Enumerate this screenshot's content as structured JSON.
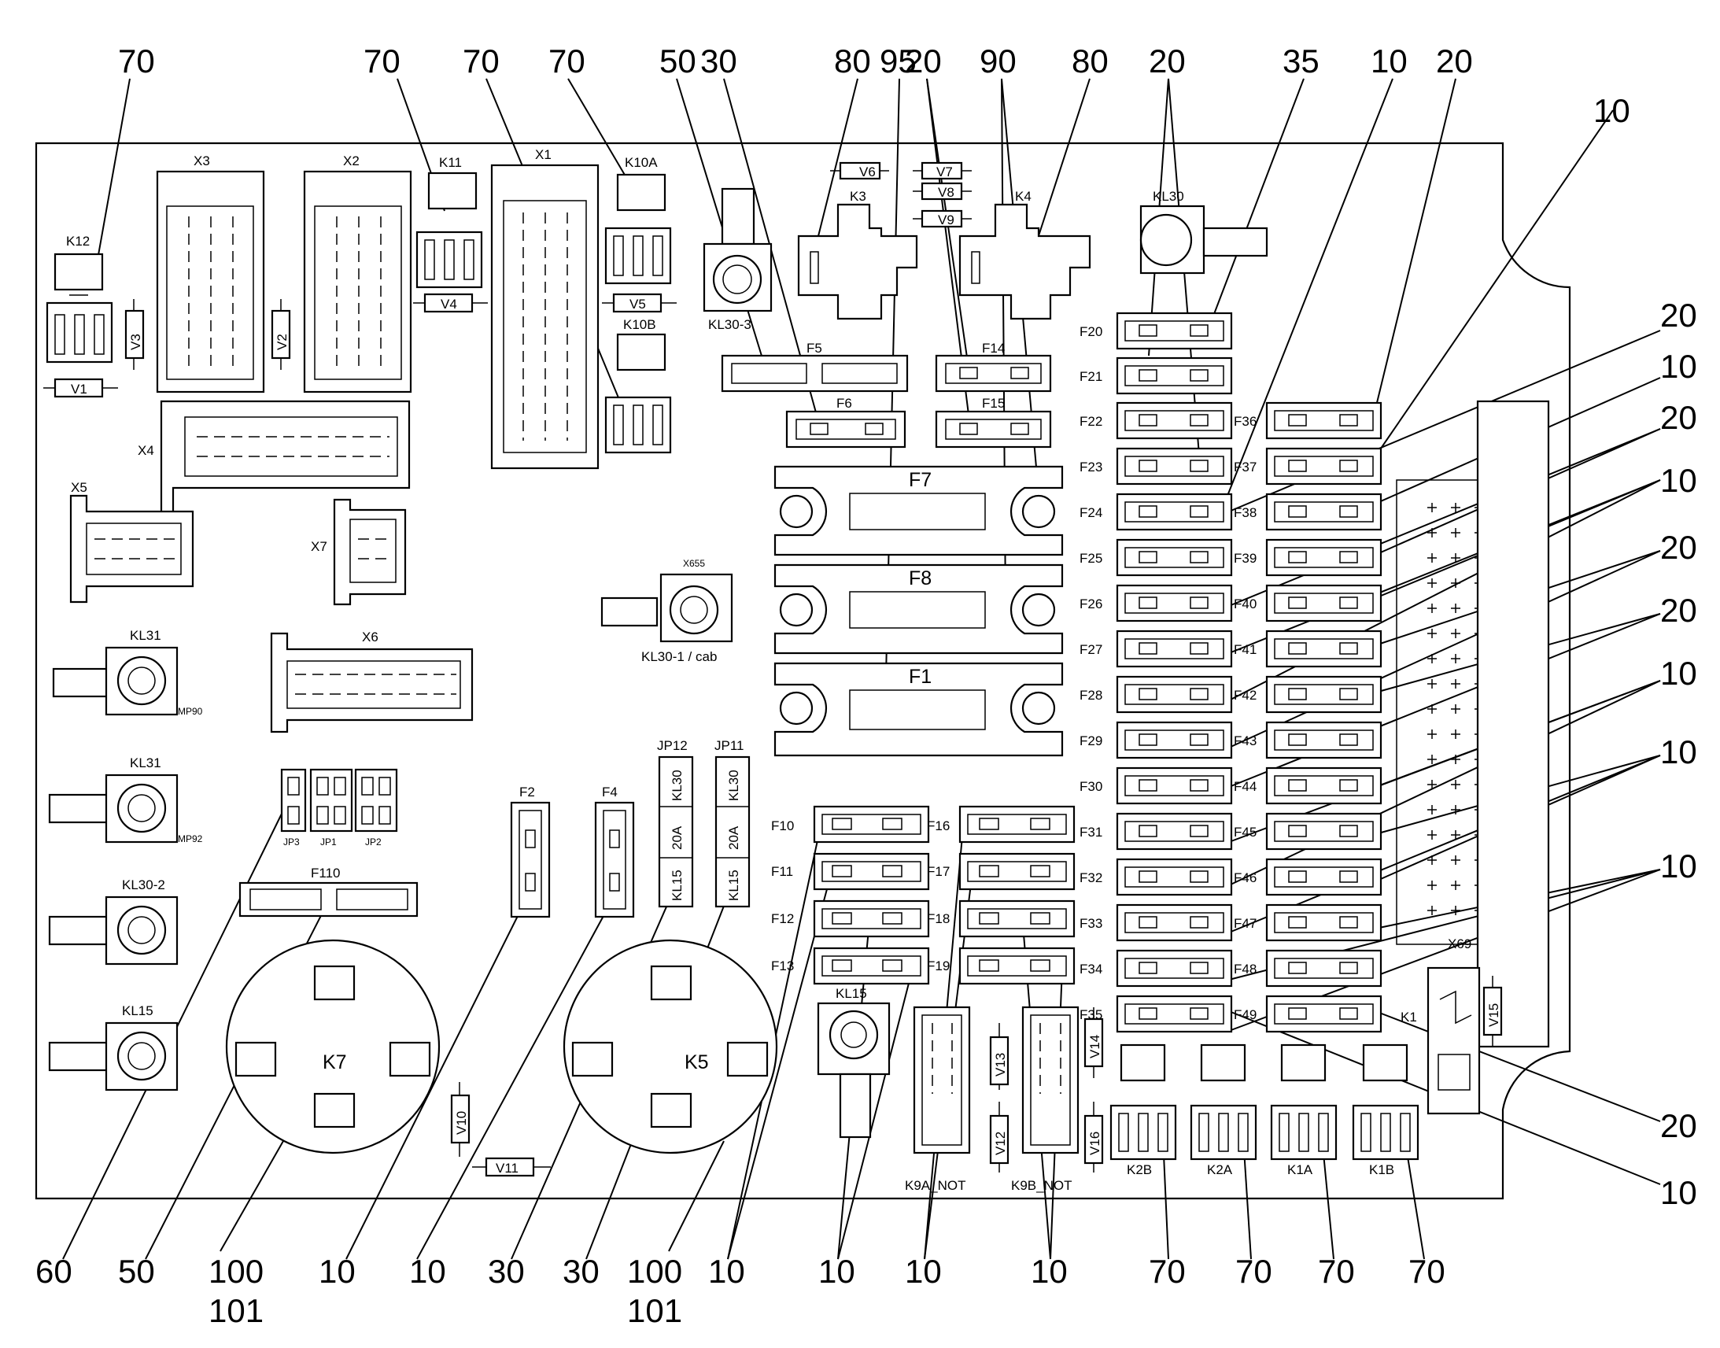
{
  "callouts_top": [
    "70",
    "70",
    "70",
    "70",
    "50",
    "30",
    "80",
    "95",
    "20",
    "90",
    "80",
    "20",
    "35",
    "10",
    "20"
  ],
  "callouts_right": [
    "10",
    "20",
    "10",
    "20",
    "10",
    "20",
    "20",
    "10",
    "10",
    "10",
    "20",
    "10"
  ],
  "callouts_bottom": [
    "60",
    "50",
    "100",
    "101",
    "10",
    "10",
    "30",
    "30",
    "100",
    "101",
    "10",
    "10",
    "10",
    "10",
    "70",
    "70",
    "70",
    "70"
  ],
  "relays": [
    "K12",
    "K11",
    "K10A",
    "K10B",
    "K3",
    "K4",
    "K7",
    "K5",
    "K2B",
    "K2A",
    "K1A",
    "K1B",
    "K9A_NOT",
    "K9B_NOT",
    "K1"
  ],
  "connectors": [
    "X3",
    "X2",
    "X1",
    "X4",
    "X5",
    "X7",
    "X6",
    "X655",
    "X69"
  ],
  "diodes": [
    "V1",
    "V2",
    "V3",
    "V4",
    "V5",
    "V6",
    "V7",
    "V8",
    "V9",
    "V10",
    "V11",
    "V12",
    "V13",
    "V14",
    "V15",
    "V16"
  ],
  "studs": [
    "KL30",
    "KL30-3",
    "KL30-1 / cab",
    "KL31",
    "MP90",
    "KL31",
    "MP92",
    "KL30-2",
    "KL15",
    "KL15"
  ],
  "jumpers": [
    "JP3",
    "JP1",
    "JP2",
    "JP12",
    "JP11",
    "KL30",
    "20A",
    "KL15",
    "KL30",
    "20A",
    "KL15"
  ],
  "fuses_small": [
    "F5",
    "F6",
    "F14",
    "F15",
    "F2",
    "F4",
    "F110"
  ],
  "fuses_maxi": [
    "F7",
    "F8",
    "F1"
  ],
  "fuses_col_a": [
    "F20",
    "F21",
    "F22",
    "F23",
    "F24",
    "F25",
    "F26",
    "F27",
    "F28",
    "F29",
    "F30",
    "F31",
    "F32",
    "F33",
    "F34",
    "F35"
  ],
  "fuses_col_b": [
    "F36",
    "F37",
    "F38",
    "F39",
    "F40",
    "F41",
    "F42",
    "F43",
    "F44",
    "F45",
    "F46",
    "F47",
    "F48",
    "F49"
  ],
  "fuses_left_block": [
    "F10",
    "F11",
    "F12",
    "F13"
  ],
  "fuses_mid_block": [
    "F16",
    "F17",
    "F18",
    "F19"
  ]
}
